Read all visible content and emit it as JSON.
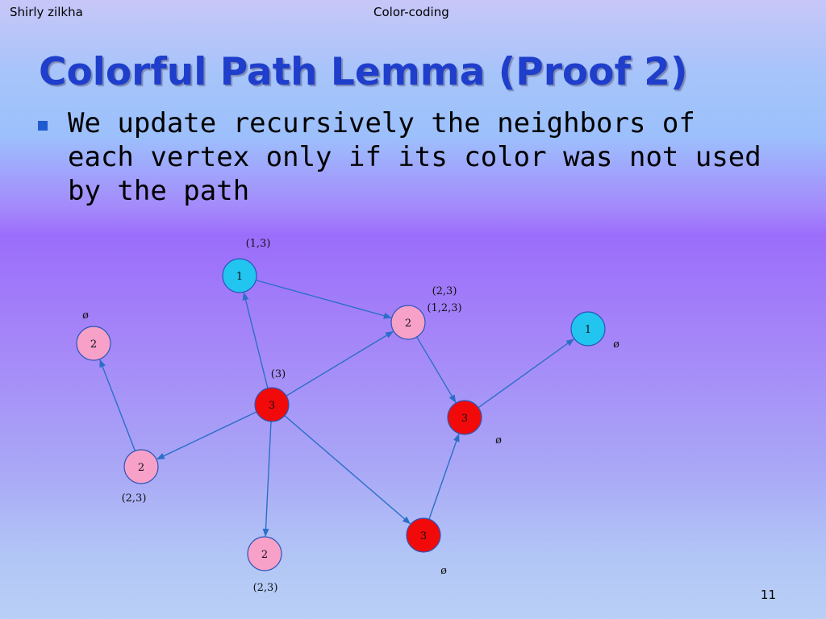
{
  "header": {
    "author": "Shirly zilkha",
    "topic": "Color-coding"
  },
  "title": "Colorful Path Lemma (Proof 2)",
  "bullet": "We update recursively the neighbors of each vertex only if its color was not used by the path",
  "slide_number": "11",
  "colors": {
    "cyan": "#22c4f0",
    "pink": "#f7a0c8",
    "red": "#f20a0a",
    "edge": "#2a6fc8",
    "title": "#1f3ecb"
  },
  "graph": {
    "vertices": [
      {
        "id": "v-top",
        "label": "1",
        "color": "cyan",
        "annotations": [
          "(1,3)"
        ]
      },
      {
        "id": "v-center-top",
        "label": "2",
        "color": "pink",
        "annotations": [
          "(2,3)",
          "(1,2,3)"
        ]
      },
      {
        "id": "v-right",
        "label": "1",
        "color": "cyan",
        "annotations": [
          "ø"
        ]
      },
      {
        "id": "v-left",
        "label": "2",
        "color": "pink",
        "annotations": [
          "ø"
        ]
      },
      {
        "id": "v-center",
        "label": "3",
        "color": "red",
        "annotations": [
          "(3)"
        ]
      },
      {
        "id": "v-mid-right",
        "label": "3",
        "color": "red",
        "annotations": [
          "ø"
        ]
      },
      {
        "id": "v-bottom-left",
        "label": "2",
        "color": "pink",
        "annotations": [
          "(2,3)"
        ]
      },
      {
        "id": "v-bottom-right",
        "label": "3",
        "color": "red",
        "annotations": [
          "ø"
        ]
      },
      {
        "id": "v-bottom",
        "label": "2",
        "color": "pink",
        "annotations": [
          "(2,3)"
        ]
      }
    ],
    "edges": [
      {
        "from": "v-top",
        "to": "v-center-top"
      },
      {
        "from": "v-center",
        "to": "v-top"
      },
      {
        "from": "v-center",
        "to": "v-center-top"
      },
      {
        "from": "v-center",
        "to": "v-bottom-left"
      },
      {
        "from": "v-center",
        "to": "v-bottom"
      },
      {
        "from": "v-center",
        "to": "v-bottom-right"
      },
      {
        "from": "v-bottom-left",
        "to": "v-left"
      },
      {
        "from": "v-center-top",
        "to": "v-mid-right"
      },
      {
        "from": "v-mid-right",
        "to": "v-right"
      },
      {
        "from": "v-bottom-right",
        "to": "v-mid-right"
      }
    ]
  }
}
